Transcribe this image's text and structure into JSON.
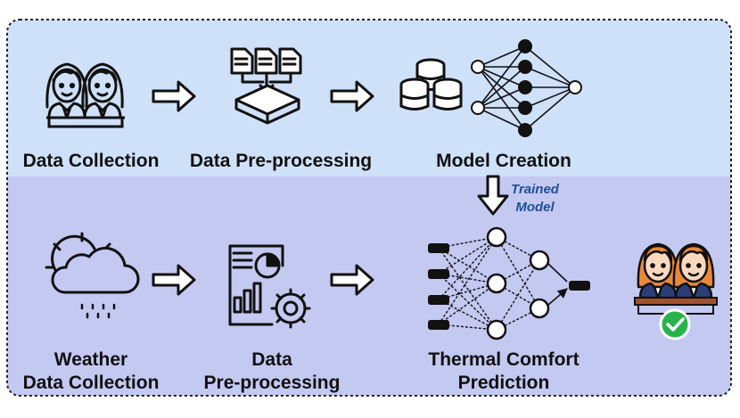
{
  "colors": {
    "top_panel": "#cfe1f9",
    "bottom_panel": "#c4c9f2",
    "border": "#222222",
    "trained_model_text": "#1f4f99",
    "check_green": "#27b34a",
    "hair": "#e8893a"
  },
  "top_row": {
    "steps": [
      {
        "label": "Data Collection",
        "icon": "students-icon"
      },
      {
        "label": "Data Pre-processing",
        "icon": "documents-merge-icon"
      },
      {
        "label": "Model Creation",
        "icon": "database-neural-network-icon"
      }
    ]
  },
  "transition": {
    "label_line1": "Trained",
    "label_line2": "Model",
    "icon": "down-arrow-icon"
  },
  "bottom_row": {
    "steps": [
      {
        "label_line1": "Weather",
        "label_line2": "Data Collection",
        "icon": "weather-cloud-sun-rain-icon"
      },
      {
        "label_line1": "Data",
        "label_line2": "Pre-processing",
        "icon": "report-gear-icon"
      },
      {
        "label_line1": "Thermal Comfort",
        "label_line2": "Prediction",
        "icon": "neural-network-icon"
      }
    ],
    "result_icon": "students-check-icon"
  }
}
